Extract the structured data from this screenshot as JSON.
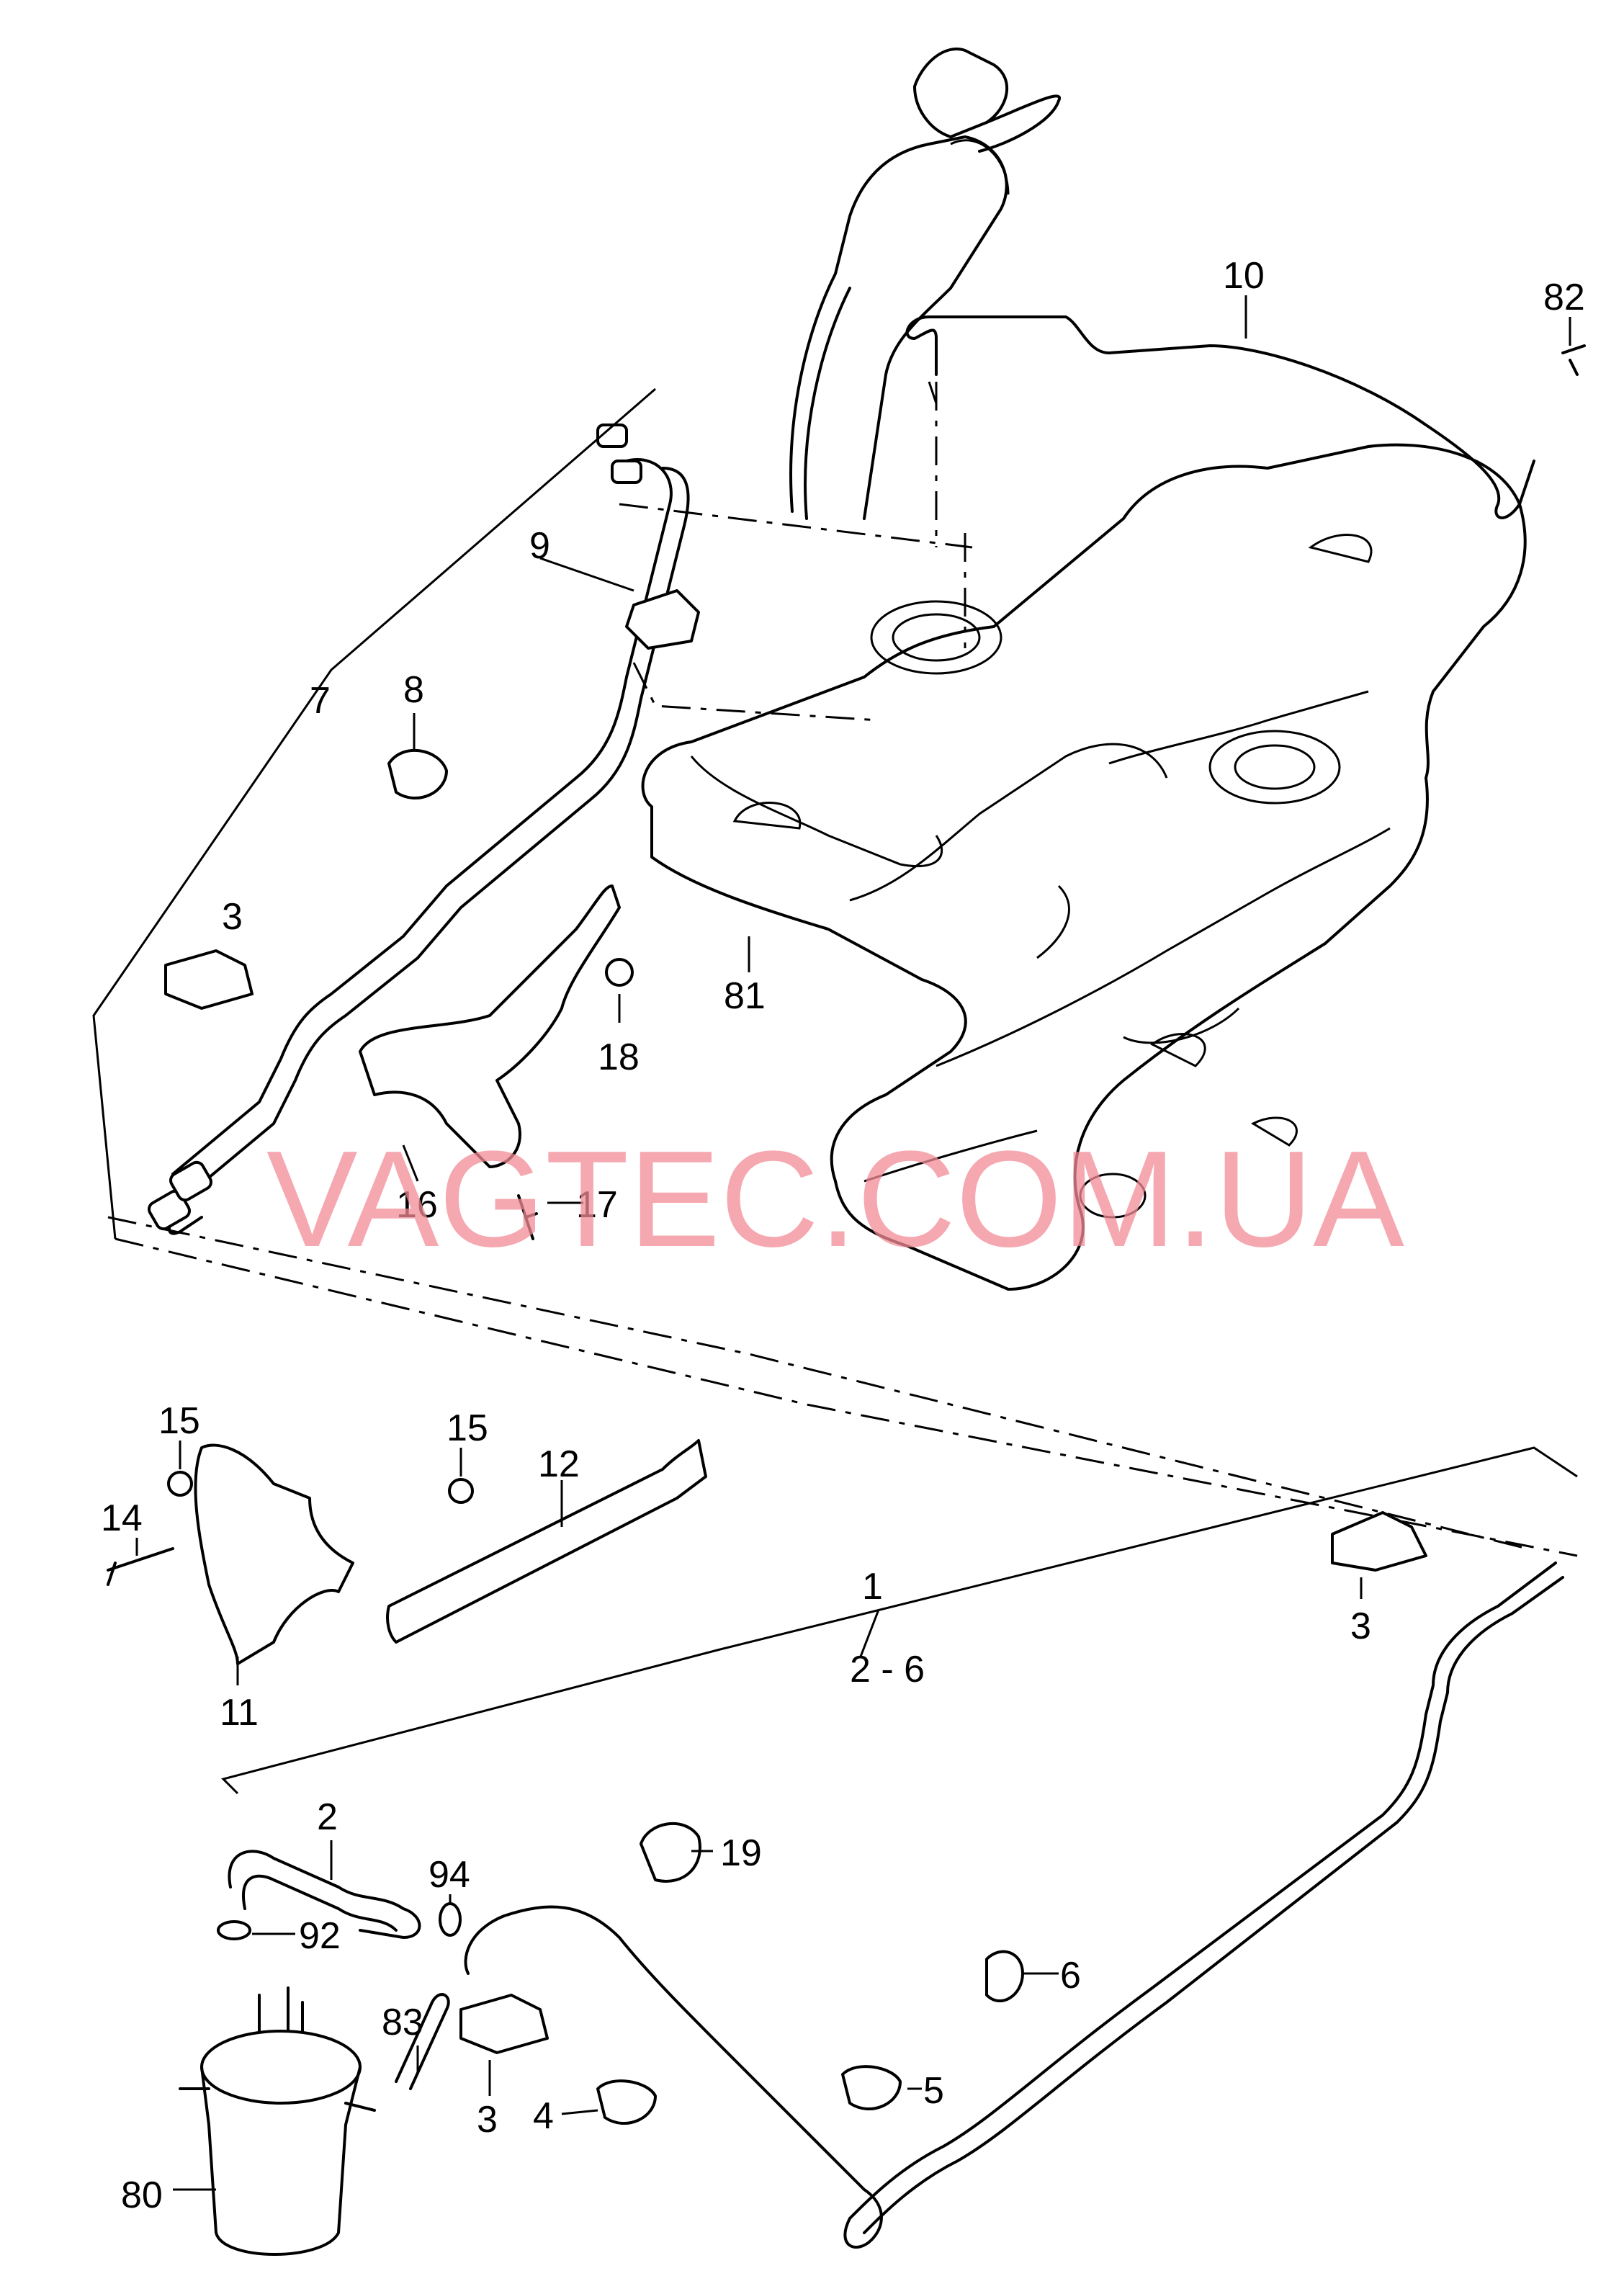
{
  "watermark": "VAGTEC.COM.UA",
  "callouts": {
    "c1": "1",
    "c2_6": "2 - 6",
    "c2": "2",
    "c3a": "3",
    "c3b": "3",
    "c3c": "3",
    "c4": "4",
    "c5": "5",
    "c6": "6",
    "c7": "7",
    "c8": "8",
    "c9": "9",
    "c10": "10",
    "c11": "11",
    "c12": "12",
    "c14": "14",
    "c15a": "15",
    "c15b": "15",
    "c16": "16",
    "c17": "17",
    "c18": "18",
    "c19": "19",
    "c80": "80",
    "c81": "81",
    "c82": "82",
    "c83": "83",
    "c92": "92",
    "c94": "94"
  }
}
